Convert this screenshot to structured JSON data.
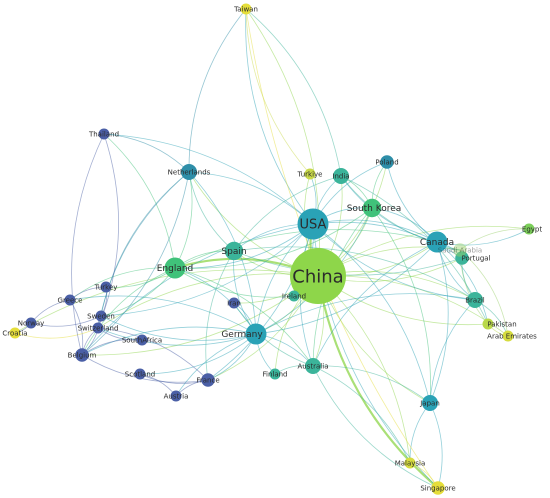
{
  "network": {
    "type": "co-authorship country network",
    "nodes": [
      {
        "id": "china",
        "label": "China",
        "weight": 10,
        "color": "#8ed64a",
        "label_size": "xl"
      },
      {
        "id": "usa",
        "label": "USA",
        "weight": 5,
        "color": "#2aa2b6",
        "label_size": "l"
      },
      {
        "id": "canada",
        "label": "Canada",
        "weight": 3,
        "color": "#2aa2b6",
        "label_size": "m"
      },
      {
        "id": "germany",
        "label": "Germany",
        "weight": 3,
        "color": "#2aa2b6",
        "label_size": "m"
      },
      {
        "id": "england",
        "label": "England",
        "weight": 3,
        "color": "#40c27a",
        "label_size": "m"
      },
      {
        "id": "spain",
        "label": "Spain",
        "weight": 2.5,
        "color": "#3bb49a",
        "label_size": "m"
      },
      {
        "id": "south-korea",
        "label": "South Korea",
        "weight": 2.5,
        "color": "#40c27a",
        "label_size": "m"
      },
      {
        "id": "netherlands",
        "label": "Netherlands",
        "weight": 2,
        "color": "#2e8ea8",
        "label_size": "s"
      },
      {
        "id": "india",
        "label": "India",
        "weight": 2,
        "color": "#3bb49a",
        "label_size": "s"
      },
      {
        "id": "australia",
        "label": "Australia",
        "weight": 2,
        "color": "#3bb49a",
        "label_size": "s"
      },
      {
        "id": "japan",
        "label": "Japan",
        "weight": 2,
        "color": "#2aa2b6",
        "label_size": "s"
      },
      {
        "id": "brazil",
        "label": "Brazil",
        "weight": 2,
        "color": "#3bb49a",
        "label_size": "s"
      },
      {
        "id": "portugal",
        "label": "Portugal",
        "weight": 1.5,
        "color": "#3bb49a",
        "label_size": "s"
      },
      {
        "id": "saudi-arabia",
        "label": "Saudi Arabia",
        "weight": 1.5,
        "color": "#9ad06a",
        "label_size": "s",
        "faded": true
      },
      {
        "id": "poland",
        "label": "Poland",
        "weight": 1.5,
        "color": "#2e8ea8",
        "label_size": "s"
      },
      {
        "id": "turkiye",
        "label": "Turkiye",
        "weight": 1,
        "color": "#c9d94a",
        "label_size": "s"
      },
      {
        "id": "taiwan",
        "label": "Taiwan",
        "weight": 1,
        "color": "#e5de3a",
        "label_size": "s"
      },
      {
        "id": "thailand",
        "label": "Thailand",
        "weight": 1,
        "color": "#4a5fa6",
        "label_size": "s"
      },
      {
        "id": "egypt",
        "label": "Egypt",
        "weight": 1,
        "color": "#7ccf5a",
        "label_size": "s"
      },
      {
        "id": "pakistan",
        "label": "Pakistan",
        "weight": 1,
        "color": "#b9d84a",
        "label_size": "s"
      },
      {
        "id": "arab-emirates",
        "label": "Arab Emirates",
        "weight": 1,
        "color": "#d6dc3f",
        "label_size": "s"
      },
      {
        "id": "ireland",
        "label": "Ireland",
        "weight": 1,
        "color": "#3bb49a",
        "label_size": "s"
      },
      {
        "id": "iran",
        "label": "Iran",
        "weight": 1,
        "color": "#4a5fa6",
        "label_size": "s"
      },
      {
        "id": "finland",
        "label": "Finland",
        "weight": 1,
        "color": "#3bb49a",
        "label_size": "s"
      },
      {
        "id": "france",
        "label": "France",
        "weight": 1.5,
        "color": "#4a5fa6",
        "label_size": "s"
      },
      {
        "id": "austria",
        "label": "Austria",
        "weight": 1,
        "color": "#4a5fa6",
        "label_size": "s"
      },
      {
        "id": "scotland",
        "label": "Scotland",
        "weight": 1,
        "color": "#4a5fa6",
        "label_size": "s"
      },
      {
        "id": "south-africa",
        "label": "SouthAfrica",
        "weight": 1,
        "color": "#4a5fa6",
        "label_size": "s"
      },
      {
        "id": "switzerland",
        "label": "Switzerland",
        "weight": 1,
        "color": "#4a5fa6",
        "label_size": "s"
      },
      {
        "id": "sweden",
        "label": "Sweden",
        "weight": 1,
        "color": "#4a5fa6",
        "label_size": "s"
      },
      {
        "id": "belgium",
        "label": "Belgium",
        "weight": 1.5,
        "color": "#4a5fa6",
        "label_size": "s"
      },
      {
        "id": "turkey",
        "label": "Turkey",
        "weight": 1,
        "color": "#4a5fa6",
        "label_size": "s"
      },
      {
        "id": "greece",
        "label": "Greece",
        "weight": 1,
        "color": "#4a5fa6",
        "label_size": "s"
      },
      {
        "id": "norway",
        "label": "Norway",
        "weight": 1,
        "color": "#4a5fa6",
        "label_size": "s"
      },
      {
        "id": "croatia",
        "label": "Croatia",
        "weight": 1,
        "color": "#e5de3a",
        "label_size": "s"
      },
      {
        "id": "malaysia",
        "label": "Malaysia",
        "weight": 1,
        "color": "#d6dc3f",
        "label_size": "s"
      },
      {
        "id": "singapore",
        "label": "Singapore",
        "weight": 1.5,
        "color": "#e5de3a",
        "label_size": "s"
      }
    ],
    "edges": [
      [
        "china",
        "usa"
      ],
      [
        "china",
        "canada"
      ],
      [
        "china",
        "germany"
      ],
      [
        "china",
        "england"
      ],
      [
        "china",
        "spain"
      ],
      [
        "china",
        "south-korea"
      ],
      [
        "china",
        "netherlands"
      ],
      [
        "china",
        "india"
      ],
      [
        "china",
        "australia"
      ],
      [
        "china",
        "japan"
      ],
      [
        "china",
        "brazil"
      ],
      [
        "china",
        "portugal"
      ],
      [
        "china",
        "saudi-arabia"
      ],
      [
        "china",
        "poland"
      ],
      [
        "china",
        "turkiye"
      ],
      [
        "china",
        "taiwan"
      ],
      [
        "china",
        "egypt"
      ],
      [
        "china",
        "pakistan"
      ],
      [
        "china",
        "arab-emirates"
      ],
      [
        "china",
        "ireland"
      ],
      [
        "china",
        "iran"
      ],
      [
        "china",
        "finland"
      ],
      [
        "china",
        "france"
      ],
      [
        "china",
        "singapore"
      ],
      [
        "china",
        "malaysia"
      ],
      [
        "china",
        "croatia"
      ],
      [
        "china",
        "belgium"
      ],
      [
        "china",
        "switzerland"
      ],
      [
        "usa",
        "canada"
      ],
      [
        "usa",
        "germany"
      ],
      [
        "usa",
        "england"
      ],
      [
        "usa",
        "spain"
      ],
      [
        "usa",
        "south-korea"
      ],
      [
        "usa",
        "netherlands"
      ],
      [
        "usa",
        "india"
      ],
      [
        "usa",
        "australia"
      ],
      [
        "usa",
        "japan"
      ],
      [
        "usa",
        "brazil"
      ],
      [
        "usa",
        "taiwan"
      ],
      [
        "usa",
        "thailand"
      ],
      [
        "usa",
        "france"
      ],
      [
        "usa",
        "singapore"
      ],
      [
        "usa",
        "poland"
      ],
      [
        "usa",
        "turkiye"
      ],
      [
        "usa",
        "portugal"
      ],
      [
        "usa",
        "belgium"
      ],
      [
        "usa",
        "sweden"
      ],
      [
        "germany",
        "england"
      ],
      [
        "germany",
        "spain"
      ],
      [
        "germany",
        "netherlands"
      ],
      [
        "germany",
        "france"
      ],
      [
        "germany",
        "austria"
      ],
      [
        "germany",
        "switzerland"
      ],
      [
        "germany",
        "belgium"
      ],
      [
        "germany",
        "sweden"
      ],
      [
        "germany",
        "greece"
      ],
      [
        "germany",
        "scotland"
      ],
      [
        "germany",
        "canada"
      ],
      [
        "germany",
        "australia"
      ],
      [
        "germany",
        "iran"
      ],
      [
        "germany",
        "brazil"
      ],
      [
        "germany",
        "south-korea"
      ],
      [
        "england",
        "spain"
      ],
      [
        "england",
        "netherlands"
      ],
      [
        "england",
        "canada"
      ],
      [
        "england",
        "south-korea"
      ],
      [
        "england",
        "turkey"
      ],
      [
        "england",
        "greece"
      ],
      [
        "england",
        "sweden"
      ],
      [
        "england",
        "belgium"
      ],
      [
        "england",
        "australia"
      ],
      [
        "england",
        "thailand"
      ],
      [
        "spain",
        "netherlands"
      ],
      [
        "spain",
        "portugal"
      ],
      [
        "spain",
        "brazil"
      ],
      [
        "spain",
        "france"
      ],
      [
        "spain",
        "india"
      ],
      [
        "canada",
        "south-korea"
      ],
      [
        "canada",
        "india"
      ],
      [
        "canada",
        "egypt"
      ],
      [
        "canada",
        "portugal"
      ],
      [
        "canada",
        "brazil"
      ],
      [
        "canada",
        "pakistan"
      ],
      [
        "canada",
        "saudi-arabia"
      ],
      [
        "canada",
        "japan"
      ],
      [
        "canada",
        "australia"
      ],
      [
        "canada",
        "poland"
      ],
      [
        "south-korea",
        "india"
      ],
      [
        "south-korea",
        "japan"
      ],
      [
        "south-korea",
        "australia"
      ],
      [
        "south-korea",
        "poland"
      ],
      [
        "india",
        "saudi-arabia"
      ],
      [
        "india",
        "pakistan"
      ],
      [
        "india",
        "taiwan"
      ],
      [
        "australia",
        "japan"
      ],
      [
        "australia",
        "singapore"
      ],
      [
        "australia",
        "malaysia"
      ],
      [
        "australia",
        "finland"
      ],
      [
        "japan",
        "singapore"
      ],
      [
        "japan",
        "malaysia"
      ],
      [
        "japan",
        "brazil"
      ],
      [
        "netherlands",
        "thailand"
      ],
      [
        "netherlands",
        "belgium"
      ],
      [
        "netherlands",
        "switzerland"
      ],
      [
        "netherlands",
        "taiwan"
      ],
      [
        "netherlands",
        "sweden"
      ],
      [
        "france",
        "belgium"
      ],
      [
        "france",
        "austria"
      ],
      [
        "france",
        "scotland"
      ],
      [
        "france",
        "switzerland"
      ],
      [
        "belgium",
        "switzerland"
      ],
      [
        "belgium",
        "sweden"
      ],
      [
        "belgium",
        "south-africa"
      ],
      [
        "belgium",
        "greece"
      ],
      [
        "switzerland",
        "sweden"
      ],
      [
        "switzerland",
        "south-africa"
      ],
      [
        "sweden",
        "norway"
      ],
      [
        "sweden",
        "turkey"
      ],
      [
        "greece",
        "turkey"
      ],
      [
        "greece",
        "norway"
      ],
      [
        "norway",
        "croatia"
      ],
      [
        "croatia",
        "switzerland"
      ],
      [
        "saudi-arabia",
        "egypt"
      ],
      [
        "saudi-arabia",
        "pakistan"
      ],
      [
        "saudi-arabia",
        "arab-emirates"
      ],
      [
        "portugal",
        "brazil"
      ],
      [
        "brazil",
        "arab-emirates"
      ],
      [
        "pakistan",
        "arab-emirates"
      ],
      [
        "malaysia",
        "singapore"
      ],
      [
        "taiwan",
        "singapore"
      ],
      [
        "turkiye",
        "taiwan"
      ],
      [
        "iran",
        "australia"
      ],
      [
        "ireland",
        "england"
      ],
      [
        "ireland",
        "usa"
      ],
      [
        "finland",
        "germany"
      ],
      [
        "austria",
        "scotland"
      ],
      [
        "thailand",
        "switzerland"
      ],
      [
        "thailand",
        "belgium"
      ]
    ]
  }
}
